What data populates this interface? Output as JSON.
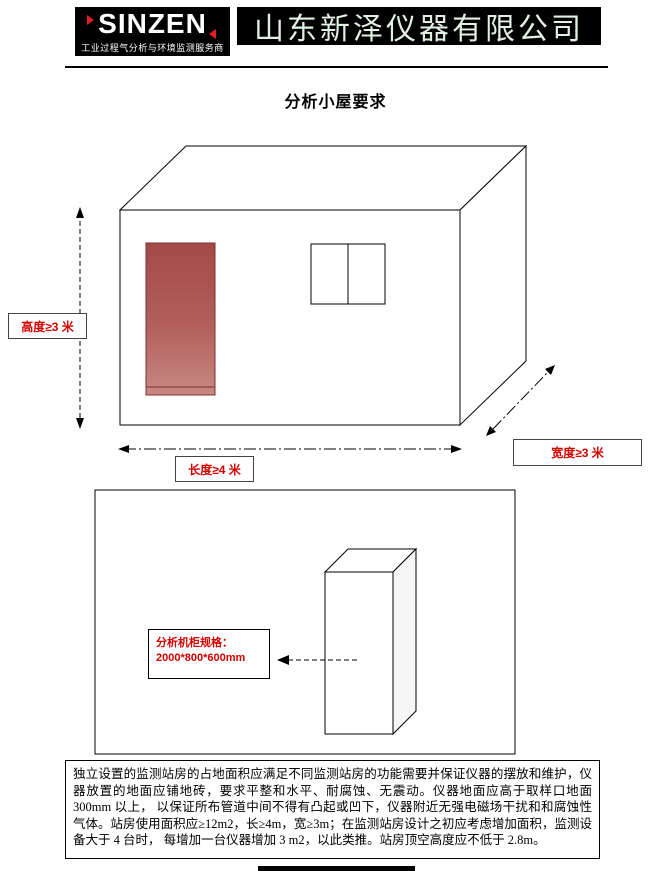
{
  "header": {
    "logo_text": "SINZEN",
    "logo_tagline": "工业过程气分析与环境监测服务商",
    "company_name": "山东新泽仪器有限公司"
  },
  "title": "分析小屋要求",
  "figure1": {
    "height_label": "高度≥3 米",
    "length_label": "长度≥4 米",
    "width_label": "宽度≥3 米"
  },
  "figure2": {
    "cabinet_label_title": "分析机柜规格：",
    "cabinet_label_size": "2000*800*600mm"
  },
  "requirements_text": "独立设置的监测站房的占地面积应满足不同监测站房的功能需要并保证仪器的摆放和维护，仪器放置的地面应铺地砖，要求平整和水平、耐腐蚀、无震动。仪器地面应高于取样口地面 300mm 以上， 以保证所布管道中间不得有凸起或凹下，仪器附近无强电磁场干扰和和腐蚀性气体。站房使用面积应≥12m2，长≥4m，宽≥3m；在监测站房设计之初应考虑增加面积，监测设备大于 4 台时， 每增加一台仪器增加 3 m2，以此类推。站房顶空高度应不低于 2.8m。",
  "colors": {
    "accent_red_text": "#d40000",
    "logo_accent_red": "#e31e24",
    "header_bg": "#000000",
    "cabinet_fill_top": "#a34a47",
    "cabinet_fill_bottom": "#c98884",
    "line_color": "#000000"
  }
}
